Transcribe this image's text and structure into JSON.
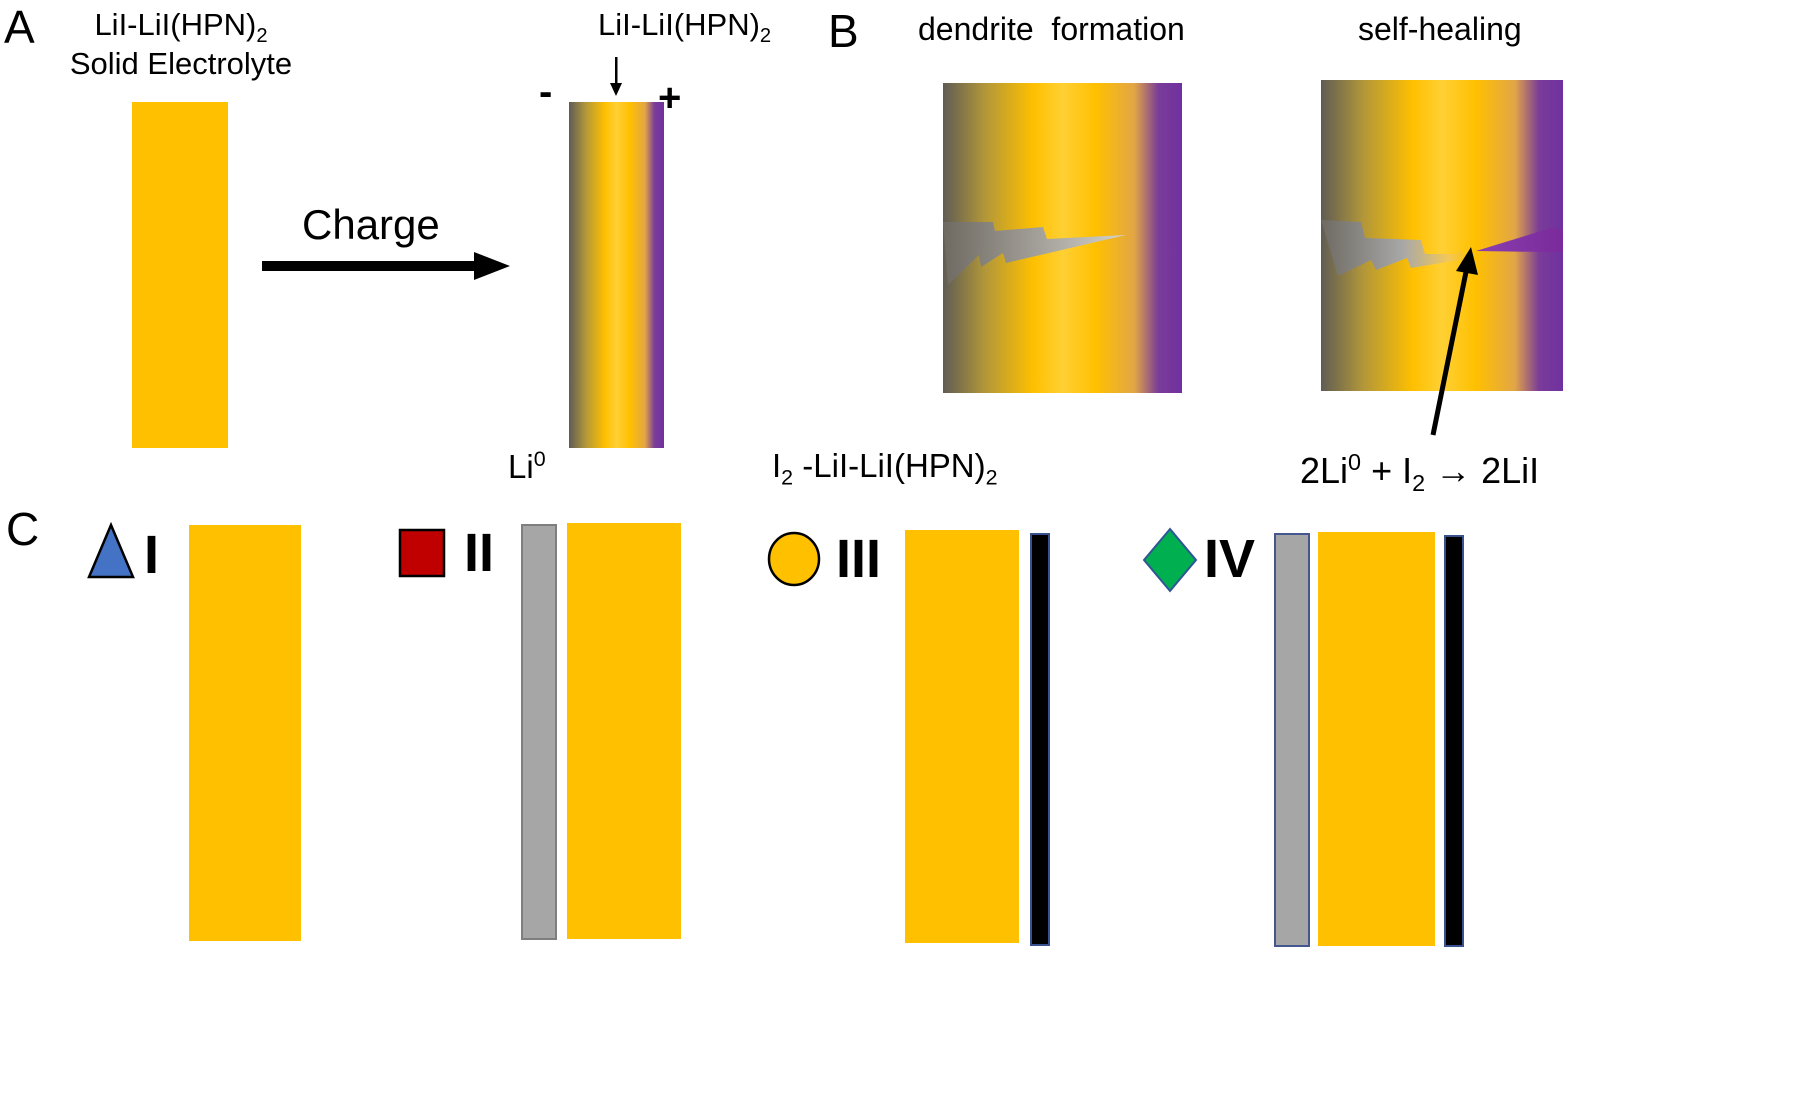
{
  "panel_a": {
    "letter": "A",
    "electrolyte_title_line1": "LiI-LiI(HPN)",
    "electrolyte_title_line1_sub": "2",
    "electrolyte_title_line2": "Solid Electrolyte",
    "arrow_label": "Charge",
    "charged_top_label": "LiI-LiI(HPN)",
    "charged_top_label_sub": "2",
    "minus_sign": "-",
    "plus_sign": "+",
    "anode_label": "Li",
    "anode_label_sup": "0",
    "cathode_label_prefix": "I",
    "cathode_label_prefix_sub": "2",
    "cathode_label_rest": " -LiI-LiI(HPN)",
    "cathode_label_rest_sub": "2"
  },
  "panel_b": {
    "letter": "B",
    "left_title": "dendrite  formation",
    "right_title": "self-healing",
    "reaction": {
      "part1": "2Li",
      "part1_sup": "0",
      "part2": " + I",
      "part2_sub": "2",
      "arrow": " → ",
      "part3": "2LiI"
    }
  },
  "panel_c": {
    "letter": "C",
    "configs": [
      {
        "marker": "triangle-icon",
        "marker_color": "#4472C4",
        "label": "I"
      },
      {
        "marker": "square-icon",
        "marker_color": "#C00000",
        "label": "II"
      },
      {
        "marker": "circle-icon",
        "marker_color": "#FFC000",
        "label": "III"
      },
      {
        "marker": "diamond-icon",
        "marker_color": "#00B050",
        "label": "IV"
      }
    ]
  },
  "colors": {
    "electrolyte": "#FFC000",
    "iodine": "#7030A0",
    "lithium": "#5f5c55",
    "interlayer_grey": "#A6A6A6",
    "current_collector": "#000000"
  }
}
